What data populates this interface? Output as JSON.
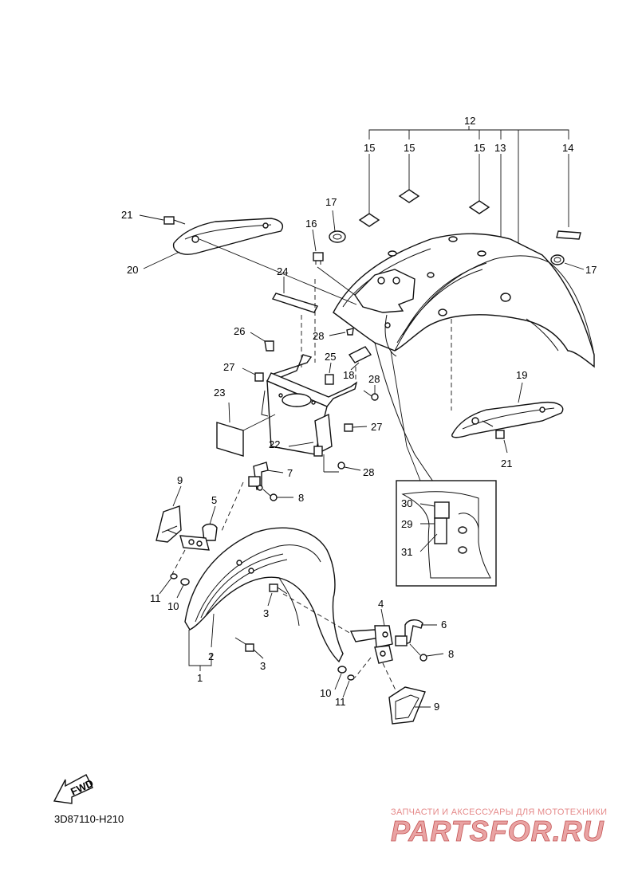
{
  "labels": {
    "l12": "12",
    "l15a": "15",
    "l15b": "15",
    "l15c": "15",
    "l13": "13",
    "l14": "14",
    "l17a": "17",
    "l17b": "17",
    "l16": "16",
    "l21a": "21",
    "l21b": "21",
    "l20": "20",
    "l19": "19",
    "l24": "24",
    "l26": "26",
    "l28a": "28",
    "l28b": "28",
    "l28c": "28",
    "l25": "25",
    "l18": "18",
    "l27a": "27",
    "l27b": "27",
    "l23": "23",
    "l22": "22",
    "l7": "7",
    "l8a": "8",
    "l8b": "8",
    "l9a": "9",
    "l9b": "9",
    "l5": "5",
    "l11a": "11",
    "l11b": "11",
    "l10a": "10",
    "l10b": "10",
    "l3a": "3",
    "l3b": "3",
    "l2": "2",
    "l1": "1",
    "l4": "4",
    "l6": "6",
    "l30": "30",
    "l29": "29",
    "l31": "31"
  },
  "fwd_label": "FWD",
  "diagram_code": "3D87110-H210",
  "watermark": {
    "tagline": "ЗАПЧАСТИ И АКСЕССУАРЫ ДЛЯ МОТОТЕХНИКИ",
    "brand": "PARTSFOR.RU"
  },
  "colors": {
    "line": "#111111",
    "watermark": "#e58a8a"
  }
}
